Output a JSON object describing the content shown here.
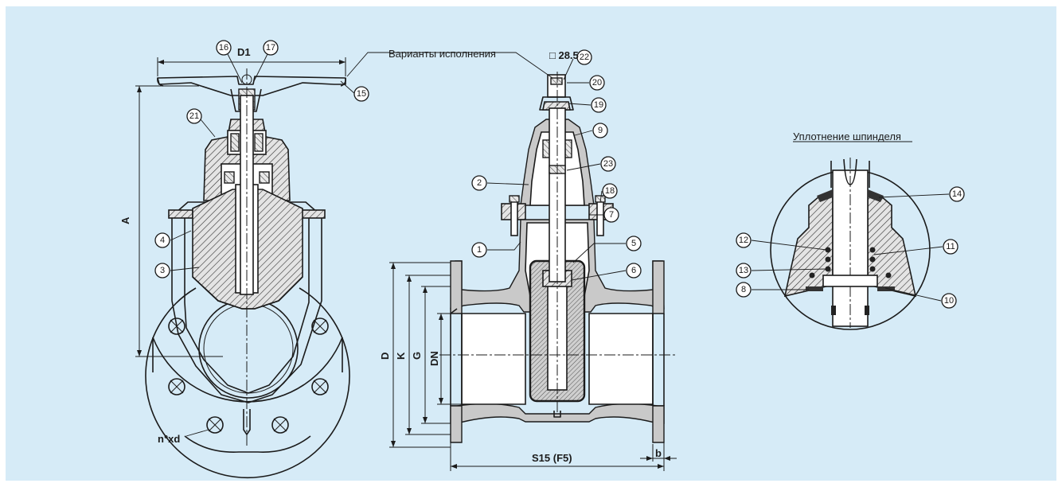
{
  "captions": {
    "variants": "Варианты исполнения",
    "spindle_seal": "Уплотнение шпинделя"
  },
  "dimensions": {
    "d1": "D1",
    "a": "A",
    "square": "□ 28.5",
    "d": "D",
    "k": "K",
    "g": "G",
    "dn": "DN",
    "bolts": "n°xd",
    "s15": "S15 (F5)",
    "b": "b"
  },
  "callouts": {
    "c1": "1",
    "c2": "2",
    "c3": "3",
    "c4": "4",
    "c5": "5",
    "c6": "6",
    "c7": "7",
    "c8": "8",
    "c9": "9",
    "c10": "10",
    "c11": "11",
    "c12": "12",
    "c13": "13",
    "c14": "14",
    "c15": "15",
    "c16": "16",
    "c17": "17",
    "c18": "18",
    "c19": "19",
    "c20": "20",
    "c21": "21",
    "c22": "22",
    "c23": "23"
  },
  "colors": {
    "background": "#d6ebf7",
    "line": "#1b1b1b"
  }
}
